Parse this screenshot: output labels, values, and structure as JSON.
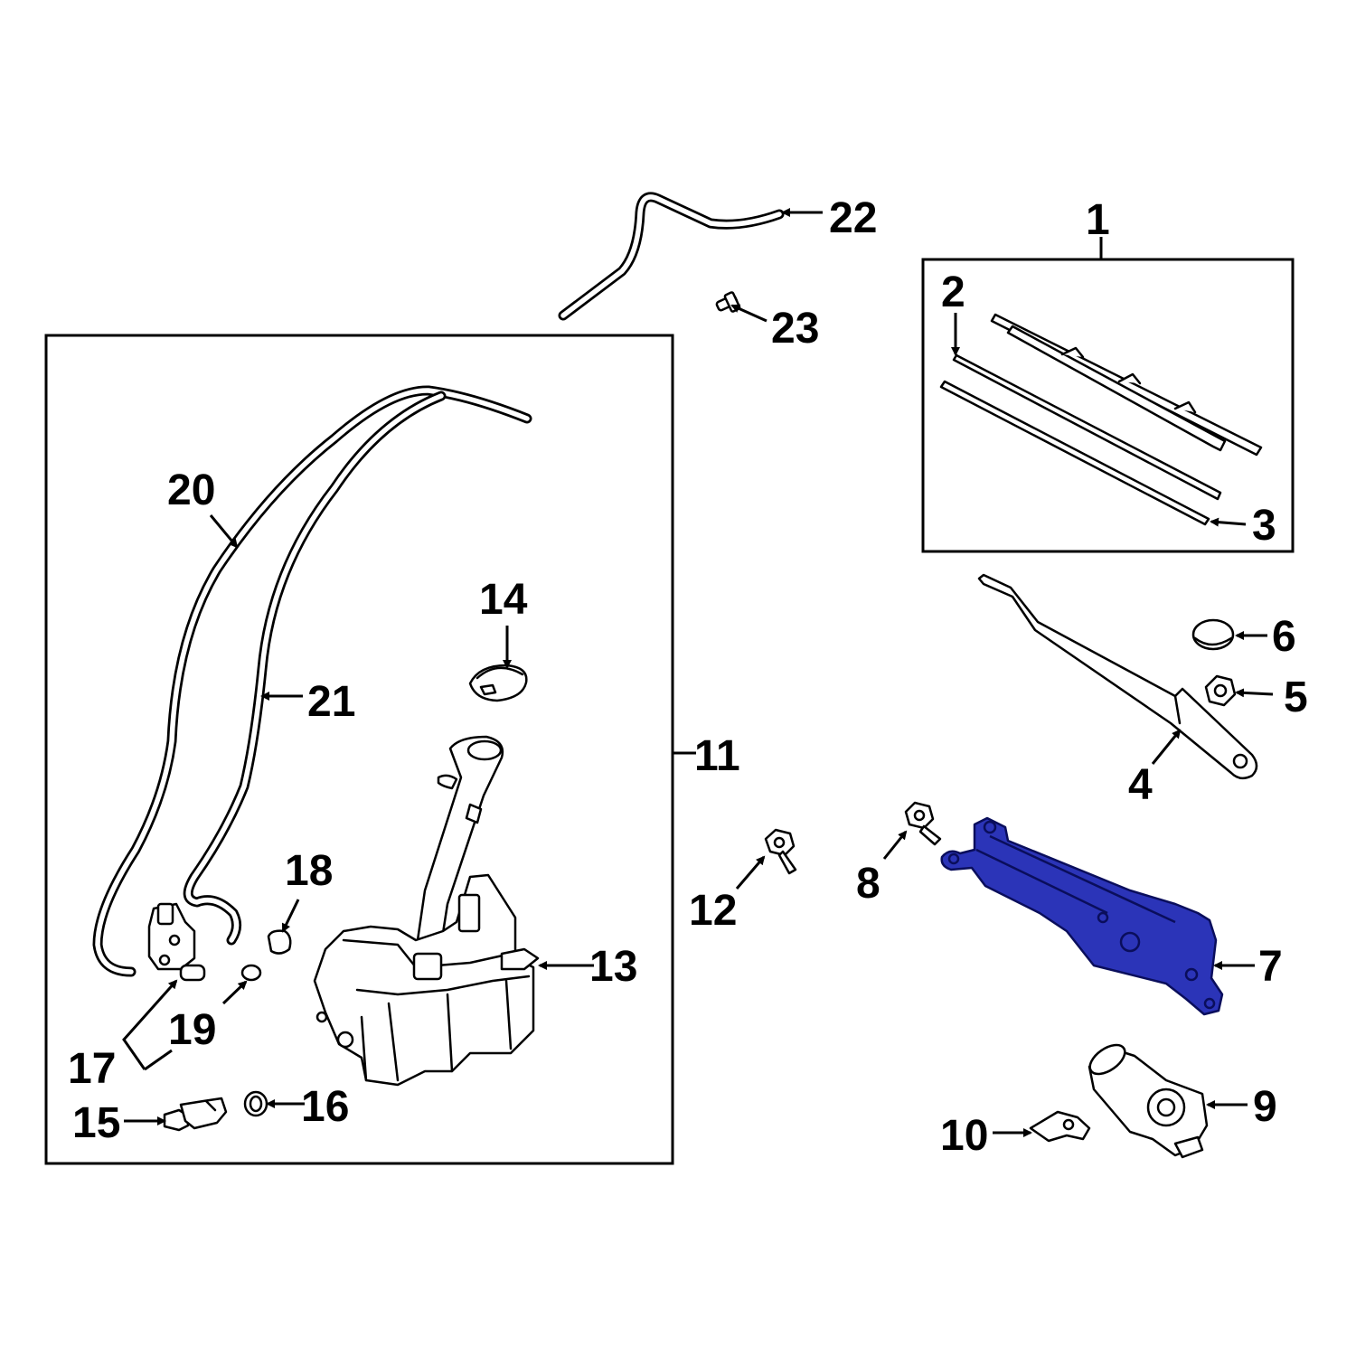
{
  "diagram": {
    "callouts": {
      "p1": "1",
      "p2": "2",
      "p3": "3",
      "p4": "4",
      "p5": "5",
      "p6": "6",
      "p7": "7",
      "p8": "8",
      "p9": "9",
      "p10": "10",
      "p11": "11",
      "p12": "12",
      "p13": "13",
      "p14": "14",
      "p15": "15",
      "p16": "16",
      "p17": "17",
      "p18": "18",
      "p19": "19",
      "p20": "20",
      "p21": "21",
      "p22": "22",
      "p23": "23"
    },
    "highlighted_part": "7",
    "highlight_color": "#2b34b8"
  }
}
